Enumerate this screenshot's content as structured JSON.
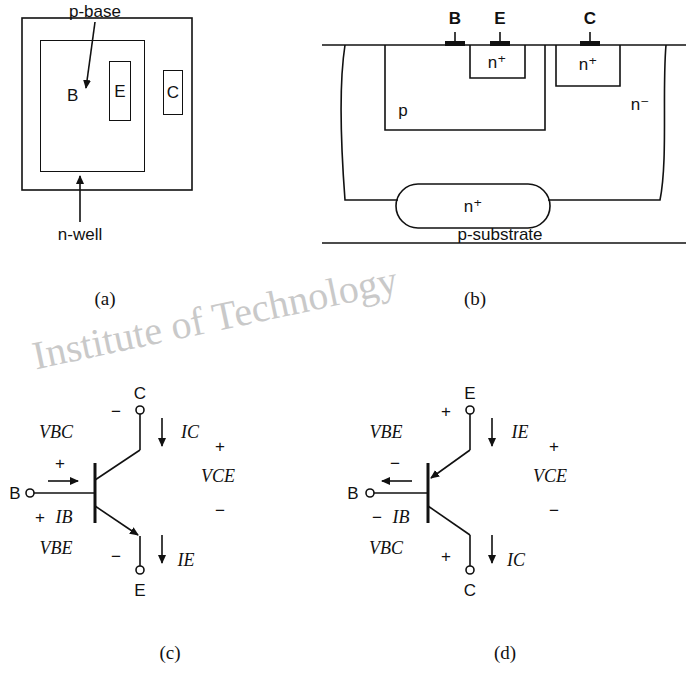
{
  "diagram": {
    "nodes": [
      {
        "text": [
          "B"
        ]
      },
      {
        "text": [
          "E"
        ],
        "in": 0
      },
      {
        "text": [
          "C"
        ]
      }
    ],
    "labels": [
      "Institute of Technology",
      "p-base",
      "n-well",
      "(a)",
      "B",
      "E",
      "C",
      "n⁺",
      "n⁺",
      "p",
      "n⁻",
      "n⁺",
      "p-substrate",
      "(b)",
      "C",
      "−",
      "VBC",
      "+",
      "B",
      "+",
      "IB",
      "VBE",
      "−",
      "E",
      "IC",
      "+",
      "VCE",
      "−",
      "IE",
      "(c)",
      "E",
      "+",
      "VBE",
      "−",
      "B",
      "−",
      "IB",
      "VBC",
      "+",
      "C",
      "IE",
      "+",
      "VCE",
      "−",
      "IC",
      "(d)"
    ]
  }
}
